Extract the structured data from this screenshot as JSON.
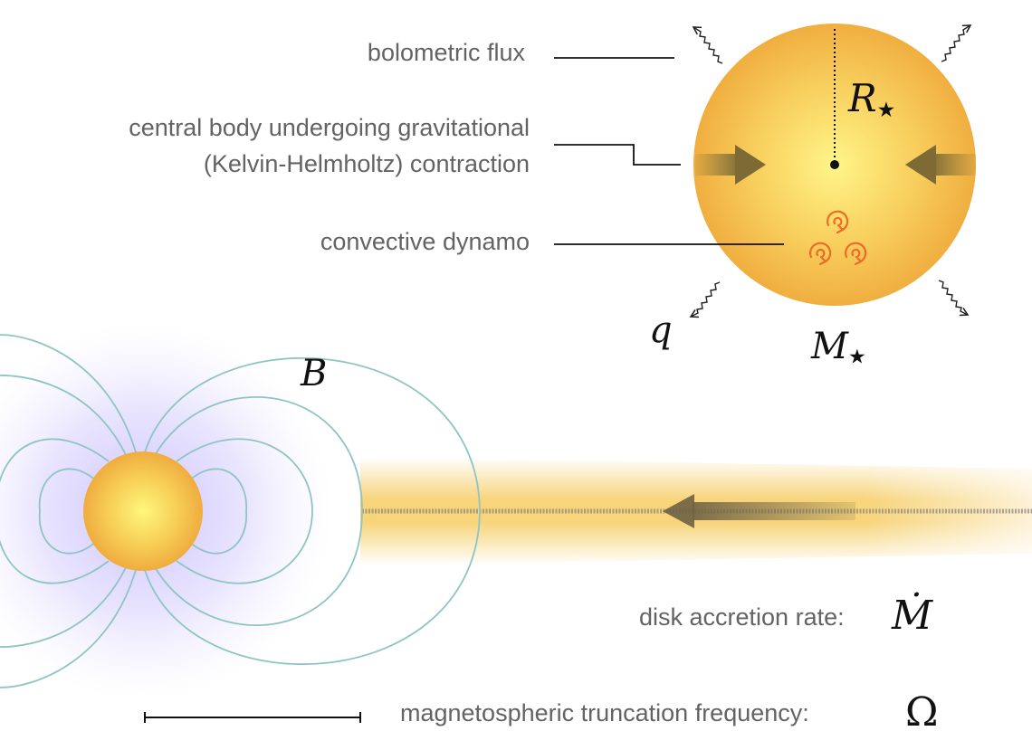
{
  "labels": {
    "bolometric_flux": "bolometric flux",
    "contraction_line1": "central body undergoing gravitational",
    "contraction_line2": "(Kelvin-Helmholtz) contraction",
    "convective_dynamo": "convective dynamo",
    "disk_accretion_rate": "disk accretion rate:",
    "truncation_frequency": "magnetospheric truncation frequency:"
  },
  "symbols": {
    "radius": "R",
    "radius_sub": "★",
    "mass": "M",
    "mass_sub": "★",
    "heat": "q",
    "field": "B",
    "accretion_rate": "Ṁ",
    "frequency": "Ω"
  },
  "colors": {
    "star_core": "#fff588",
    "star_edge": "#f2b042",
    "field_lines": "#8ec5c3",
    "field_glow": "#c9c0ff",
    "disk": "#f5c64e",
    "arrow": "#7d6a35",
    "dynamo_swirl": "#ee6a26",
    "leader_line": "#111111",
    "label_text": "#636363"
  },
  "icons": {
    "radiation": "wavy-arrow-icon",
    "contraction": "inward-arrow-icon",
    "dynamo": "swirl-icon",
    "accretion": "left-arrow-icon"
  }
}
